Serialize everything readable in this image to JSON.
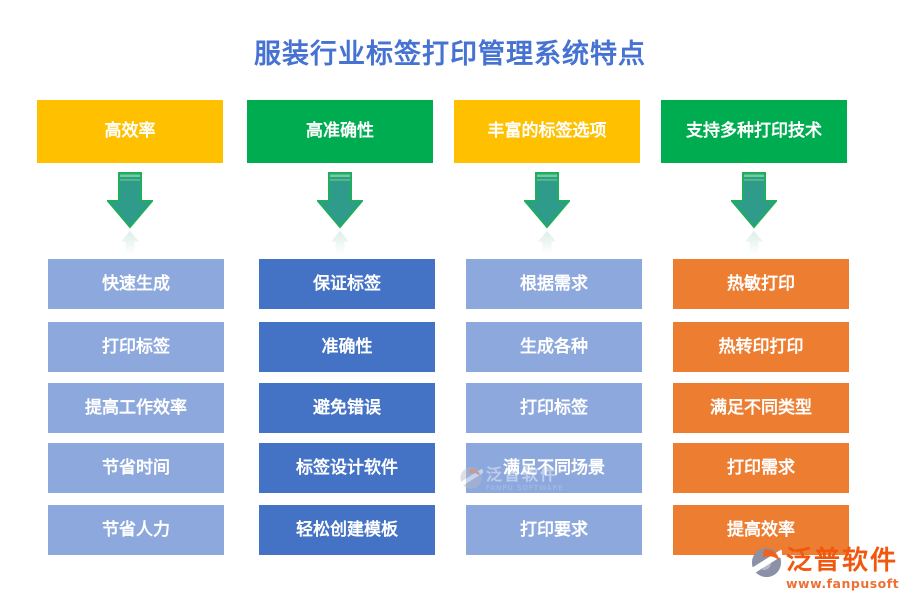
{
  "title": "服装行业标签打印管理系统特点",
  "colors": {
    "title_blue": "#4673d2",
    "header_yellow": "#FFC000",
    "header_green": "#00AC50",
    "box_light_blue": "#8DA8DC",
    "box_dark_blue": "#4472C4",
    "box_orange": "#ED7D31",
    "arrow_fill": "#2E9B8B",
    "arrow_border": "#1FAD5E",
    "logo_orange": "#F1580F"
  },
  "columns": [
    {
      "header": "高效率",
      "header_color": "#FFC000",
      "box_color": "#8DA8DC",
      "items": [
        "快速生成",
        "打印标签",
        "提高工作效率",
        "节省时间",
        "节省人力"
      ]
    },
    {
      "header": "高准确性",
      "header_color": "#00AC50",
      "box_color": "#4472C4",
      "items": [
        "保证标签",
        "准确性",
        "避免错误",
        "标签设计软件",
        "轻松创建模板"
      ]
    },
    {
      "header": "丰富的标签选项",
      "header_color": "#FFC000",
      "box_color": "#8DA8DC",
      "items": [
        "根据需求",
        "生成各种",
        "打印标签",
        "满足不同场景",
        "打印要求"
      ]
    },
    {
      "header": "支持多种打印技术",
      "header_color": "#00AC50",
      "box_color": "#ED7D31",
      "items": [
        "热敏打印",
        "热转印打印",
        "满足不同类型",
        "打印需求",
        "提高效率"
      ]
    }
  ],
  "watermark": {
    "name": "泛普软件",
    "subtitle": "FANPU SOFTWARE"
  },
  "logo": {
    "name": "泛普软件",
    "url": "www.fanpusoft.com"
  }
}
